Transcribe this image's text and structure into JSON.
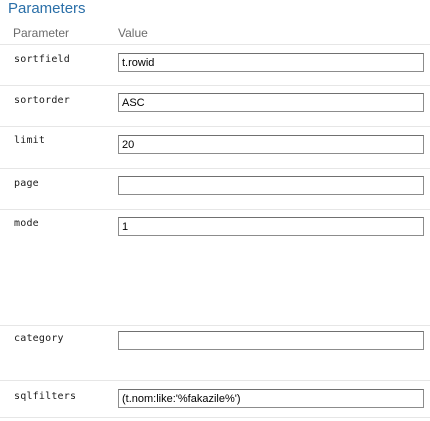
{
  "section": {
    "title": "Parameters"
  },
  "table": {
    "headers": {
      "parameter": "Parameter",
      "value": "Value"
    },
    "rows": [
      {
        "name": "sortfield",
        "value": "t.rowid"
      },
      {
        "name": "sortorder",
        "value": "ASC"
      },
      {
        "name": "limit",
        "value": "20"
      },
      {
        "name": "page",
        "value": ""
      },
      {
        "name": "mode",
        "value": "1"
      },
      {
        "name": "category",
        "value": ""
      },
      {
        "name": "sqlfilters",
        "value": "(t.nom:like:'%fakazile%')"
      }
    ]
  }
}
